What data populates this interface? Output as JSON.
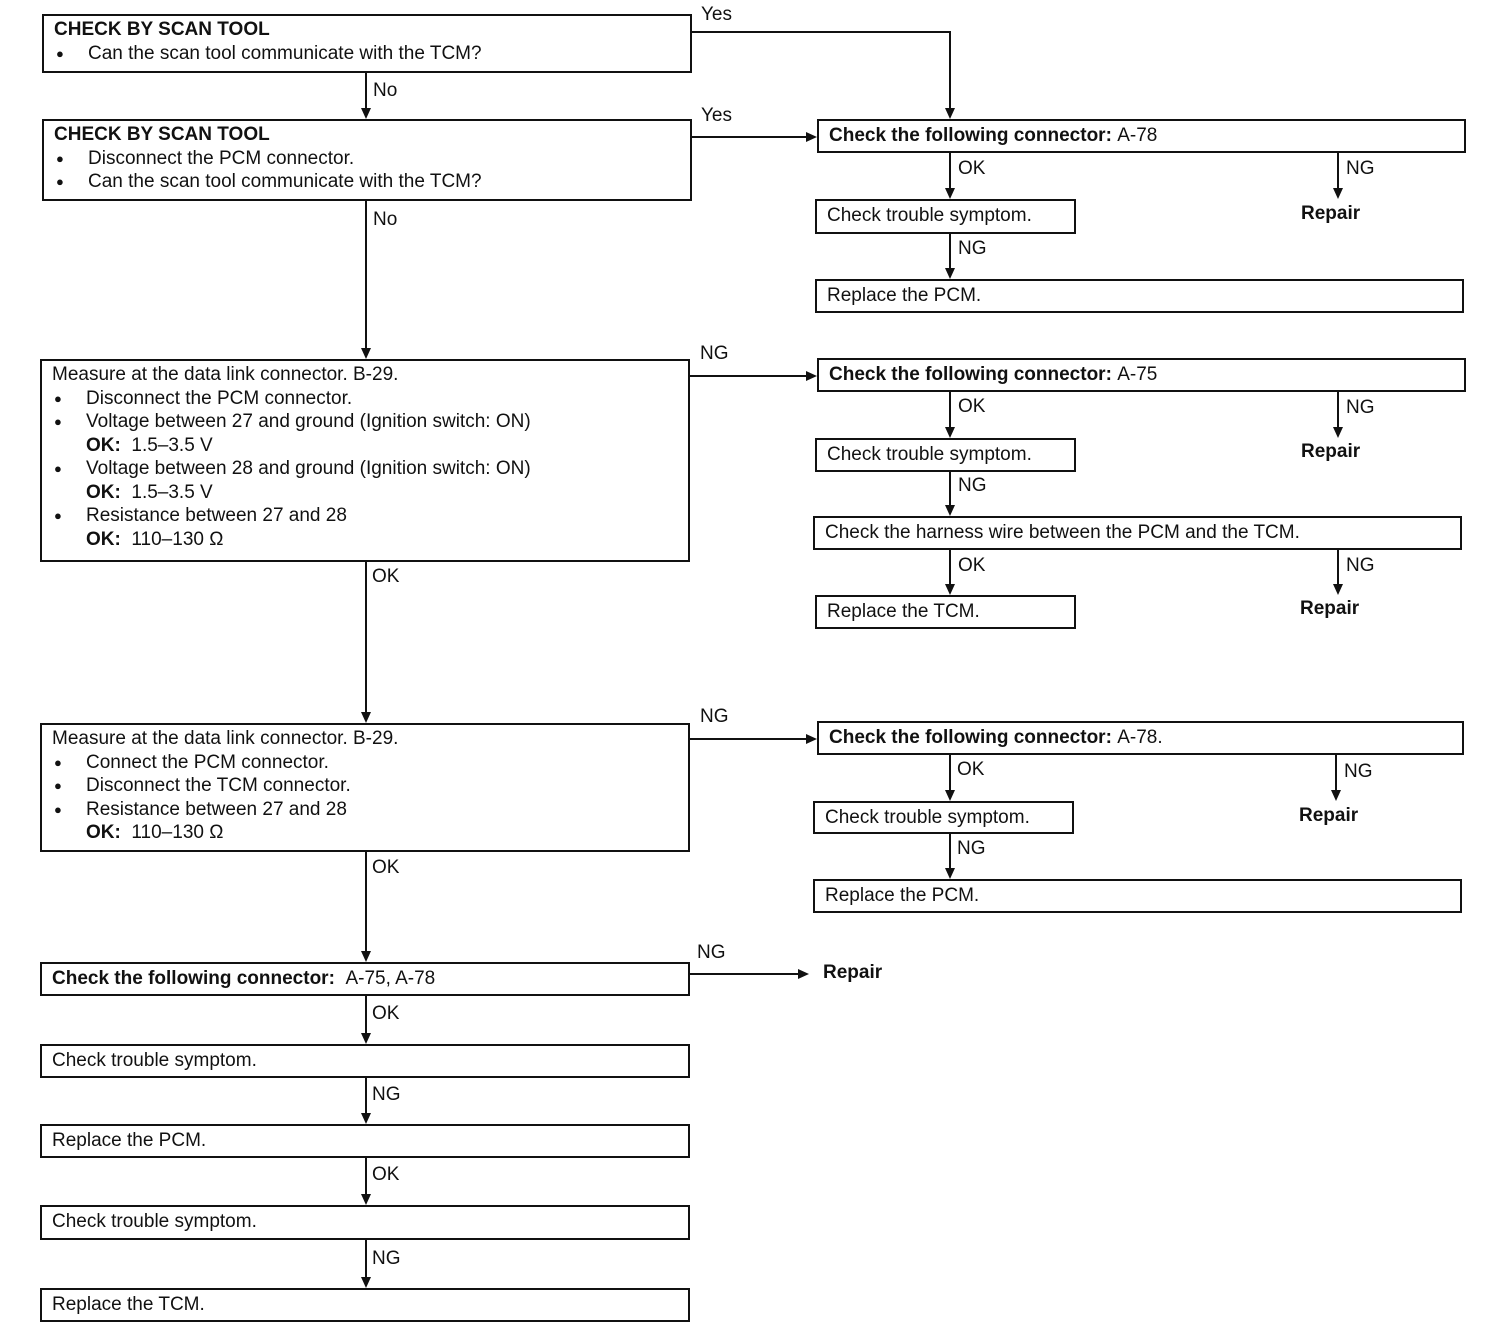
{
  "boxes": {
    "scan1": {
      "title": "CHECK BY SCAN TOOL",
      "line1": "Can the scan tool communicate with the TCM?"
    },
    "scan2": {
      "title": "CHECK BY SCAN TOOL",
      "line1": "Disconnect the PCM connector.",
      "line2": "Can the scan tool communicate with the TCM?"
    },
    "measure1": {
      "heading": "Measure at the data link connector. B-29.",
      "line1": "Disconnect the PCM connector.",
      "line2": "Voltage between 27 and ground (Ignition switch: ON)",
      "ok_label": "OK:",
      "line3_value": "1.5–3.5 V",
      "line4": "Voltage between 28 and ground (Ignition switch: ON)",
      "line5_value": "1.5–3.5 V",
      "line6": "Resistance between 27 and 28",
      "line7_value": "110–130 Ω"
    },
    "measure2": {
      "heading": "Measure at the data link connector. B-29.",
      "line1": "Connect the PCM connector.",
      "line2": "Disconnect the TCM connector.",
      "line3": "Resistance between 27 and 28",
      "ok_label": "OK:",
      "line4_value": "110–130 Ω"
    },
    "check_connectors": {
      "label": "Check the following connector:",
      "value": "A-75, A-78"
    },
    "left_symptom1": "Check trouble symptom.",
    "left_replace_pcm": "Replace the PCM.",
    "left_symptom2": "Check trouble symptom.",
    "left_replace_tcm": "Replace the TCM.",
    "r1_connector": {
      "label": "Check the following connector:",
      "value": "A-78"
    },
    "r1_symptom": "Check trouble symptom.",
    "r1_replace": "Replace the PCM.",
    "r2_connector": {
      "label": "Check the following connector:",
      "value": "A-75"
    },
    "r2_symptom": "Check trouble symptom.",
    "r2_harness": "Check the harness wire between the PCM and the TCM.",
    "r2_replace": "Replace the TCM.",
    "r3_connector": {
      "label": "Check the following connector:",
      "value": "A-78."
    },
    "r3_symptom": "Check trouble symptom.",
    "r3_replace": "Replace the PCM."
  },
  "labels": {
    "yes": "Yes",
    "no": "No",
    "ok": "OK",
    "ng": "NG",
    "repair": "Repair"
  },
  "colors": {
    "line": "#111111",
    "background": "#ffffff"
  }
}
